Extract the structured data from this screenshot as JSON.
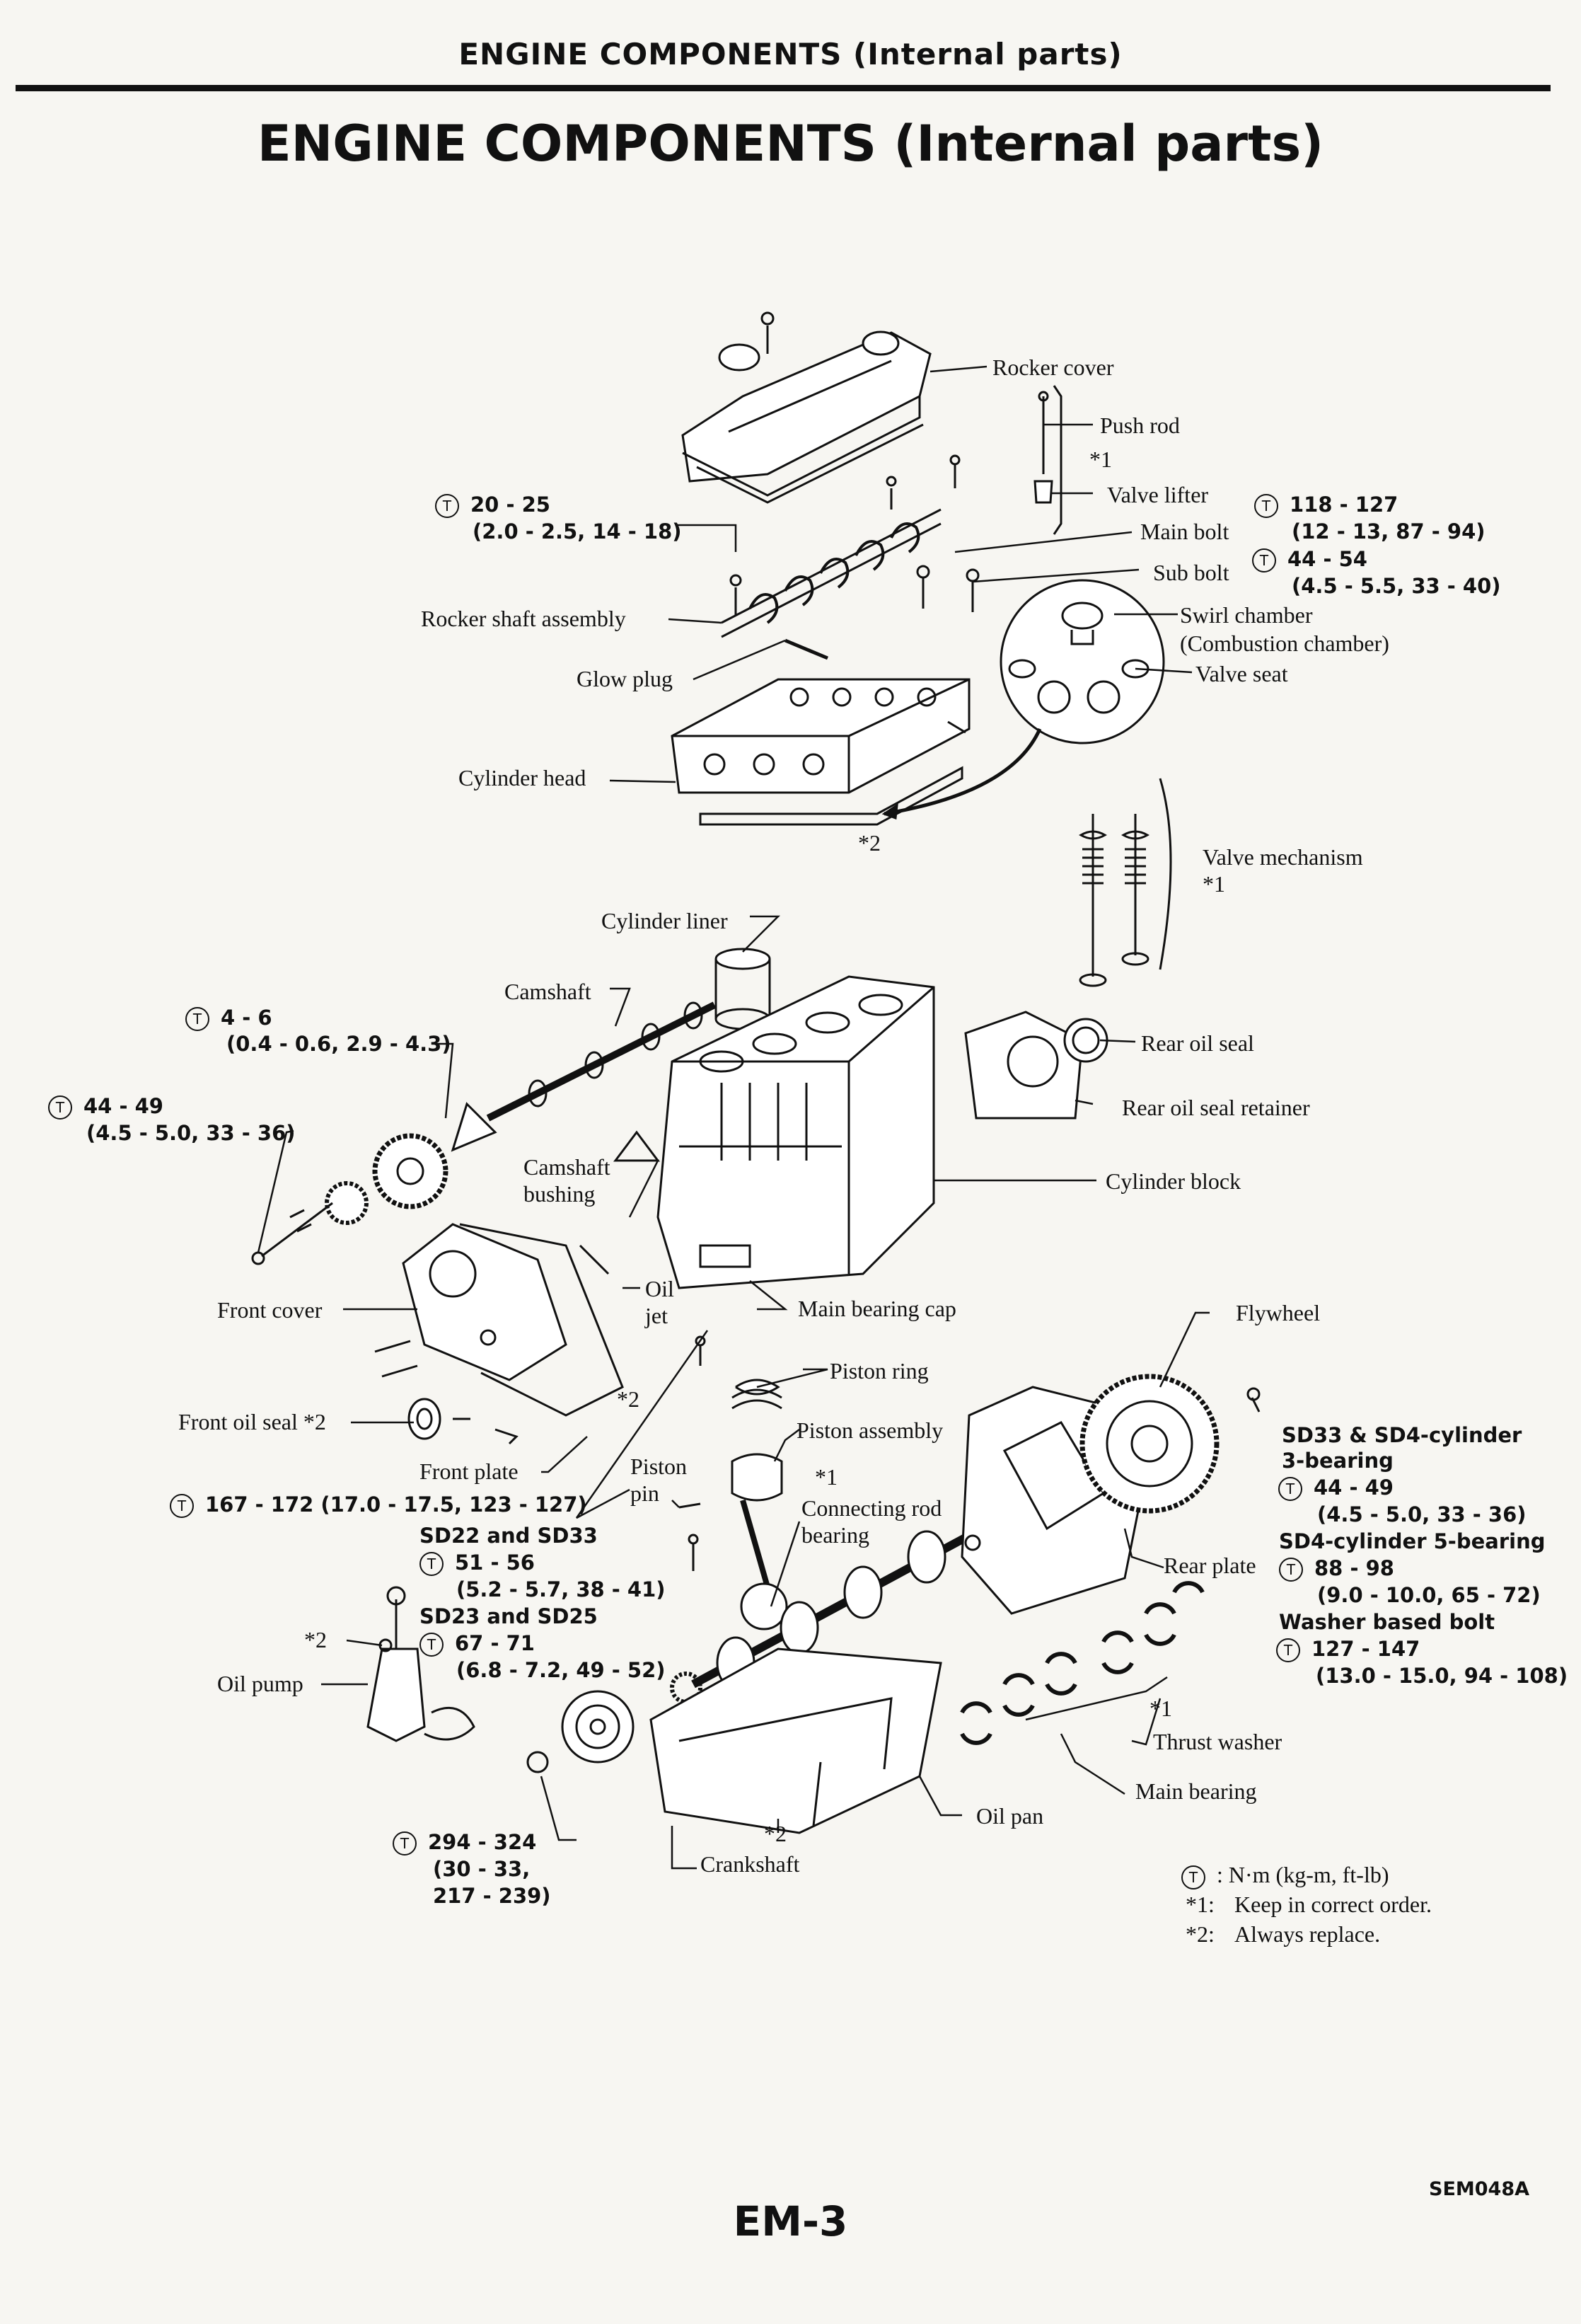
{
  "running_head": "ENGINE COMPONENTS (Internal parts)",
  "title": "ENGINE COMPONENTS (Internal parts)",
  "page_number": "EM-3",
  "figure_code": "SEM048A",
  "labels": {
    "rocker_cover": "Rocker cover",
    "push_rod": "Push rod",
    "star1_pushrod": "*1",
    "valve_lifter": "Valve lifter",
    "main_bolt": "Main bolt",
    "sub_bolt": "Sub bolt",
    "swirl_chamber": "Swirl chamber",
    "combustion_chamber": "(Combustion chamber)",
    "valve_seat": "Valve seat",
    "rocker_shaft_assembly": "Rocker shaft assembly",
    "glow_plug": "Glow plug",
    "cylinder_head": "Cylinder head",
    "star2_head": "*2",
    "valve_mechanism": "Valve mechanism",
    "star1_valve": "*1",
    "cylinder_liner": "Cylinder liner",
    "camshaft": "Camshaft",
    "rear_oil_seal": "Rear oil seal",
    "rear_oil_seal_retainer": "Rear oil seal retainer",
    "camshaft_bushing_1": "Camshaft",
    "camshaft_bushing_2": "bushing",
    "cylinder_block": "Cylinder block",
    "front_cover": "Front cover",
    "oil_jet_1": "Oil",
    "oil_jet_2": "jet",
    "main_bearing_cap": "Main bearing cap",
    "flywheel": "Flywheel",
    "star2_front": "*2",
    "piston_ring": "Piston ring",
    "front_oil_seal": "Front oil seal *2",
    "piston_assembly": "Piston assembly",
    "front_plate": "Front plate",
    "piston_pin_1": "Piston",
    "piston_pin_2": "pin",
    "star1_piston": "*1",
    "connecting_rod_bearing_1": "Connecting rod",
    "connecting_rod_bearing_2": "bearing",
    "rear_plate": "Rear plate",
    "star2_pump": "*2",
    "oil_pump": "Oil pump",
    "star1_thrust": "*1",
    "thrust_washer": "Thrust washer",
    "main_bearing": "Main bearing",
    "oil_pan": "Oil pan",
    "star2_crank": "*2",
    "crankshaft": "Crankshaft"
  },
  "torque": {
    "t_rocker_1": "20 - 25",
    "t_rocker_2": "(2.0 - 2.5, 14 - 18)",
    "t_main_1": "118 - 127",
    "t_main_2": "(12 - 13, 87 - 94)",
    "t_sub_1": "44 - 54",
    "t_sub_2": "(4.5 - 5.5, 33 - 40)",
    "t_cam_1": "4 - 6",
    "t_cam_2": "(0.4 - 0.6, 2.9 - 4.3)",
    "t_gear_1": "44 - 49",
    "t_gear_2": "(4.5 - 5.0, 33 - 36)",
    "t_plate": "167 - 172 (17.0 - 17.5, 123 - 127)",
    "sd22_sd33": "SD22 and SD33",
    "t_sd22_1": "51 - 56",
    "t_sd22_2": "(5.2 - 5.7, 38 - 41)",
    "sd23_sd25": "SD23 and SD25",
    "t_sd23_1": "67 - 71",
    "t_sd23_2": "(6.8 - 7.2, 49 - 52)",
    "t_pulley_1": "294 - 324",
    "t_pulley_2": "(30 - 33,",
    "t_pulley_3": "217 - 239)",
    "fly_sd33": "SD33 & SD4-cylinder",
    "fly_3bearing": "3-bearing",
    "t_fly_1": "44 - 49",
    "t_fly_2": "(4.5 - 5.0, 33 - 36)",
    "fly_sd4": "SD4-cylinder 5-bearing",
    "t_fly_3": "88 - 98",
    "t_fly_4": "(9.0 - 10.0, 65 - 72)",
    "washer_based_bolt": "Washer based bolt",
    "t_fly_5": "127 - 147",
    "t_fly_6": "(13.0 - 15.0, 94 - 108)"
  },
  "legend": {
    "t_key": "N·m (kg-m, ft-lb)",
    "star1": "*1:",
    "star1_text": "Keep in correct order.",
    "star2": "*2:",
    "star2_text": "Always replace."
  },
  "torque_symbol": "T"
}
